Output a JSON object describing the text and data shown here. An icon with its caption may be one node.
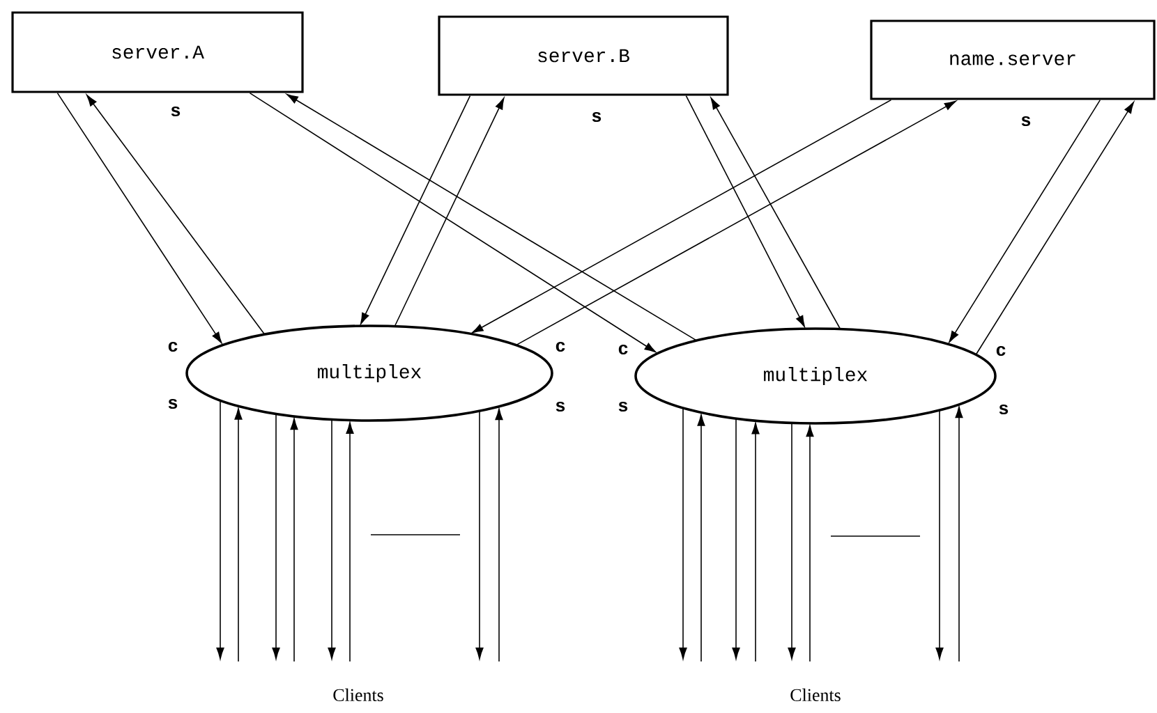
{
  "diagram": {
    "nodes": [
      {
        "text": [
          "server.A"
        ],
        "beside": [
          "s"
        ]
      },
      {
        "text": [
          "server.B"
        ],
        "beside": [
          "s"
        ]
      },
      {
        "text": [
          "name.server"
        ],
        "beside": [
          "s"
        ]
      },
      {
        "text": [
          "multiplex"
        ],
        "beside": [
          "c",
          "c",
          "s",
          "s"
        ]
      },
      {
        "text": [
          "multiplex"
        ],
        "beside": [
          "c",
          "c",
          "s",
          "s"
        ]
      }
    ],
    "edges": [
      {
        "from": 0,
        "to": 3,
        "arrow": "to"
      },
      {
        "from": 3,
        "to": 0,
        "arrow": "to"
      },
      {
        "from": 0,
        "to": 4,
        "arrow": "to"
      },
      {
        "from": 4,
        "to": 0,
        "arrow": "to"
      },
      {
        "from": 1,
        "to": 3,
        "arrow": "to"
      },
      {
        "from": 3,
        "to": 1,
        "arrow": "to"
      },
      {
        "from": 1,
        "to": 4,
        "arrow": "to"
      },
      {
        "from": 4,
        "to": 1,
        "arrow": "to"
      },
      {
        "from": 2,
        "to": 3,
        "arrow": "to"
      },
      {
        "from": 3,
        "to": 2,
        "arrow": "to"
      },
      {
        "from": 2,
        "to": 4,
        "arrow": "to"
      },
      {
        "from": 4,
        "to": 2,
        "arrow": "to"
      },
      {
        "from": 3,
        "to": null,
        "arrow": "to"
      },
      {
        "from": null,
        "to": 3,
        "arrow": "to"
      },
      {
        "from": 3,
        "to": null,
        "arrow": "to"
      },
      {
        "from": null,
        "to": 3,
        "arrow": "to"
      },
      {
        "from": 3,
        "to": null,
        "arrow": "to"
      },
      {
        "from": null,
        "to": 3,
        "arrow": "to"
      },
      {
        "from": 3,
        "to": null,
        "arrow": "to"
      },
      {
        "from": null,
        "to": 3,
        "arrow": "to"
      },
      {
        "from": 4,
        "to": null,
        "arrow": "to"
      },
      {
        "from": null,
        "to": 4,
        "arrow": "to"
      },
      {
        "from": 4,
        "to": null,
        "arrow": "to"
      },
      {
        "from": null,
        "to": 4,
        "arrow": "to"
      },
      {
        "from": 4,
        "to": null,
        "arrow": "to"
      },
      {
        "from": null,
        "to": 4,
        "arrow": "to"
      },
      {
        "from": 4,
        "to": null,
        "arrow": "to"
      },
      {
        "from": null,
        "to": 4,
        "arrow": "to"
      }
    ],
    "labels": [
      "Clients",
      "Clients"
    ]
  }
}
